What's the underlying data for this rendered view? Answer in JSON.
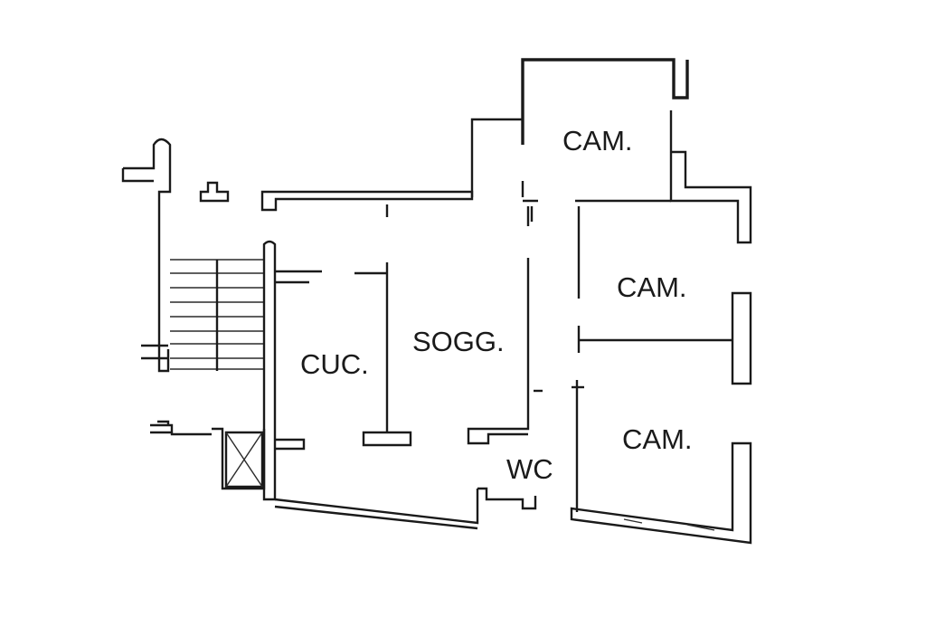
{
  "rooms": {
    "cam_top": "CAM.",
    "cam_mid": "CAM.",
    "cam_bottom": "CAM.",
    "soggiorno": "SOGG.",
    "cucina": "CUC.",
    "wc": "WC"
  }
}
